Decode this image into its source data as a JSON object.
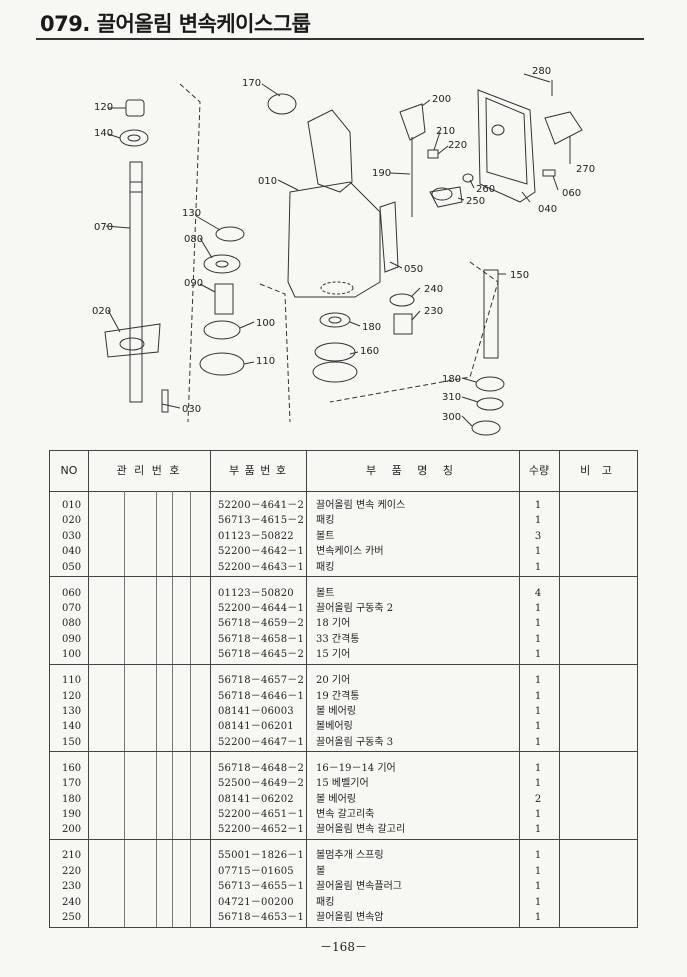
{
  "title": "079. 끌어올림 변속케이스그룹",
  "diagram_labels": [
    "280",
    "170",
    "200",
    "120",
    "140",
    "210",
    "220",
    "190",
    "260",
    "270",
    "010",
    "250",
    "060",
    "040",
    "130",
    "080",
    "070",
    "050",
    "150",
    "090",
    "240",
    "020",
    "100",
    "230",
    "180",
    "160",
    "110",
    "180",
    "310",
    "030",
    "300"
  ],
  "table": {
    "headers": {
      "no": "NO",
      "mgmt": "관 리 번 호",
      "part_no": "부 품 번 호",
      "name": "부 품 명 칭",
      "qty": "수량",
      "remark": "비 고"
    },
    "groups": [
      [
        {
          "no": "010",
          "part_no": "52200－4641－2",
          "name": "끌어올림 변속 케이스",
          "qty": "1"
        },
        {
          "no": "020",
          "part_no": "56713－4615－2",
          "name": "패킹",
          "qty": "1"
        },
        {
          "no": "030",
          "part_no": "01123－50822",
          "name": "볼트",
          "qty": "3"
        },
        {
          "no": "040",
          "part_no": "52200－4642－1",
          "name": "변속케이스 카버",
          "qty": "1"
        },
        {
          "no": "050",
          "part_no": "52200－4643－1",
          "name": "패킹",
          "qty": "1"
        }
      ],
      [
        {
          "no": "060",
          "part_no": "01123－50820",
          "name": "볼트",
          "qty": "4"
        },
        {
          "no": "070",
          "part_no": "52200－4644－1",
          "name": "끌어올림 구동축 2",
          "qty": "1"
        },
        {
          "no": "080",
          "part_no": "56718－4659－2",
          "name": "18 기어",
          "qty": "1"
        },
        {
          "no": "090",
          "part_no": "56718－4658－1",
          "name": "33 간격통",
          "qty": "1"
        },
        {
          "no": "100",
          "part_no": "56718－4645－2",
          "name": "15 기어",
          "qty": "1"
        }
      ],
      [
        {
          "no": "110",
          "part_no": "56718－4657－2",
          "name": "20 기어",
          "qty": "1"
        },
        {
          "no": "120",
          "part_no": "56718－4646－1",
          "name": "19 간격통",
          "qty": "1"
        },
        {
          "no": "130",
          "part_no": "08141－06003",
          "name": "볼 베어링",
          "qty": "1"
        },
        {
          "no": "140",
          "part_no": "08141－06201",
          "name": "볼베어링",
          "qty": "1"
        },
        {
          "no": "150",
          "part_no": "52200－4647－1",
          "name": "끌어올림 구동축 3",
          "qty": "1"
        }
      ],
      [
        {
          "no": "160",
          "part_no": "56718－4648－2",
          "name": "16－19－14 기어",
          "qty": "1"
        },
        {
          "no": "170",
          "part_no": "52500－4649－2",
          "name": "15 베벨기어",
          "qty": "1"
        },
        {
          "no": "180",
          "part_no": "08141－06202",
          "name": "볼 베어링",
          "qty": "2"
        },
        {
          "no": "190",
          "part_no": "52200－4651－1",
          "name": "변속 갈고리축",
          "qty": "1"
        },
        {
          "no": "200",
          "part_no": "52200－4652－1",
          "name": "끌어올림 변속 갈고리",
          "qty": "1"
        }
      ],
      [
        {
          "no": "210",
          "part_no": "55001－1826－1",
          "name": "볼멈추개 스프링",
          "qty": "1"
        },
        {
          "no": "220",
          "part_no": "07715－01605",
          "name": "볼",
          "qty": "1"
        },
        {
          "no": "230",
          "part_no": "56713－4655－1",
          "name": "끌어올림 변속플러그",
          "qty": "1"
        },
        {
          "no": "240",
          "part_no": "04721－00200",
          "name": "패킹",
          "qty": "1"
        },
        {
          "no": "250",
          "part_no": "56718－4653－1",
          "name": "끌어올림 변속암",
          "qty": "1"
        }
      ]
    ]
  },
  "page_number": "－168－"
}
